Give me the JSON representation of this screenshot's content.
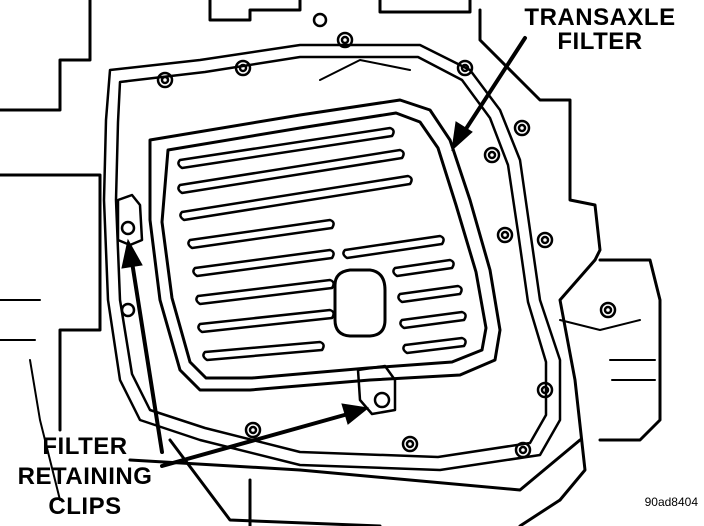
{
  "labels": {
    "transaxle_filter": [
      "TRANSAXLE",
      "FILTER"
    ],
    "filter_retaining_clips": [
      "FILTER",
      "RETAINING",
      "CLIPS"
    ],
    "figure_code": "90ad8404"
  },
  "colors": {
    "ink": "#000000",
    "paper": "#ffffff"
  }
}
